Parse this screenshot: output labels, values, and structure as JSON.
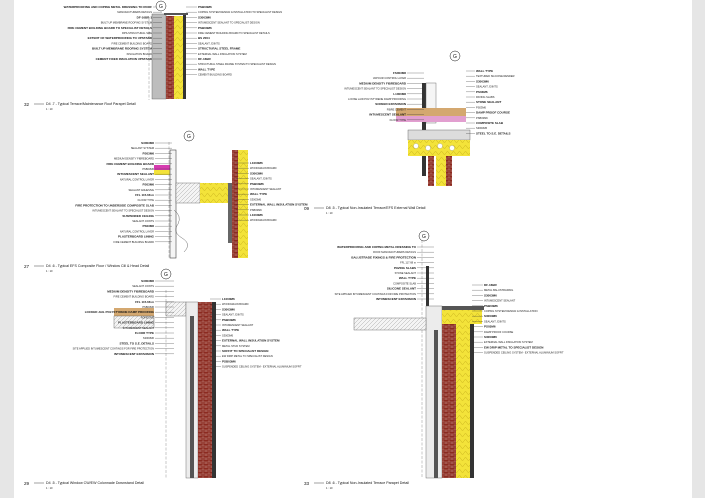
{
  "grid_bubble": "G",
  "details": [
    {
      "number": "32",
      "title": "D4 .7 - Typical Terrace/Maintenance Roof Parapet Detail",
      "scale": "1 : 10",
      "labels_left": [
        "WATERPROOFING AND COPING METAL DRESSING TO ROOF",
        "MANUFACTURERS DETAILS",
        "DF-16BR-1",
        "BUILT UP MEMBRANE ROOFING SYSTEM",
        "FIRE CEMENT BUILDING BOARD TO SPECIALIST DETAILS",
        "RPS-STRUCTURAL SIZE",
        "EXTENT OF WATERPROOFING TO UPSTAND",
        "FIRE CEMENT BUILDING BOARD",
        "BUILT UP MEMBRANE ROOFING SYSTEM",
        "INSULATION BOARD",
        "CEMENT FIXED INSULATION UPSTAND"
      ],
      "labels_right": [
        "PSB03M6",
        "COPING SYSTEM DESIGN & INSTALLATION TO SPECIALIST DESIGN",
        "S3003M6",
        "INTUMESCENT SEALANT TO SPECIALIST DESIGN",
        "PSB03M6",
        "FIRE CEMENT BUILDING BOARD TO SPECIALIST DETAILS",
        "BS 2004",
        "SEALANT JOINTS",
        "STRUCTURAL STEEL FRAME",
        "EXTERNAL WALL INSULATION SYSTEM",
        "DF-16BR",
        "STRUCTURAL STEEL FRAME SYSTEM TO SPECIALIST DESIGN",
        "WALL TYPE",
        "CEMENT BUILDING BOARD"
      ]
    },
    {
      "number": "27",
      "title": "D4 .6 - Typical EFS Composite Floor / Window Cill & Head Detail",
      "scale": "1 : 10",
      "labels_left": [
        "S3003M6",
        "SEALANT SYSTEM",
        "PS03M6",
        "MEDIUM DENSITY FIBREBOARD",
        "FIRE CEMENT BUILDING BOARD",
        "PSB03M6",
        "INTUMESCENT SEALANT",
        "NATURAL CONTROL LAYER",
        "PS03M6",
        "SEALANT ADHESIVE",
        "FFL 115.68 m",
        "FLOOR TYPE",
        "FIRE PROTECTION TO UNDERSIDE COMPOSITE SLAB",
        "INTUMESCENT SEALANT TO SPECIALIST DESIGN",
        "SUSPENDED CEILING",
        "SEALANT JOINTS",
        "PS03M6",
        "NATURAL CONTROL LAYER",
        "PLASTERBOARD LINING",
        "FIRE CEMENT BUILDING BOARD"
      ],
      "labels_right": [
        "L1000M6",
        "WOODGRAIN BOARD",
        "S3003M6",
        "SEALANT JOINTS",
        "PSB03M6",
        "INTUMESCENT SEALANT",
        "WALL TYPE",
        "S3003M6",
        "EXTERNAL WALL INSULATION SYSTEM",
        "PSB03M6",
        "L1000M6",
        "WOODGRAIN BOARD"
      ]
    },
    {
      "number": "29",
      "title": "D4 .5 - Typical Window CW/EW Colonnade Downstand Detail",
      "scale": "1 : 10",
      "labels_left": [
        "S3003M6",
        "SEALANT JOINTS",
        "MEDIUM DENSITY FIBREBOARD",
        "FIRE CEMENT BUILDING BOARD",
        "FFL 115.68 m",
        "PSB03M6",
        "LOCKED JAIL POLYSTYRENE DAMP PROOFING",
        "ADHESIVE",
        "PLASTERBOARD LINING",
        "INTUMESCENT SEALANT",
        "FLOOR TYPE",
        "S3003M6",
        "STEEL TO S.E. DETAILS",
        "SITE APPLIED INTUMESCENT COATINGS FOR FIRE PROTECTION",
        "INTUMESCENT EXPANSION"
      ],
      "labels_right": [
        "L1000M6",
        "WOODGRAIN BOARD",
        "S3003M6",
        "SEALANT JOINTS",
        "PSB03M6",
        "INTUMESCENT SEALANT",
        "WALL TYPE",
        "S3003M6",
        "EXTERNAL WALL INSULATION SYSTEM",
        "METAL STUD SYSTEM",
        "SOFFIT TO SPECIALIST DESIGN",
        "EW DRIP METAL TO SPECIALIST DESIGN",
        "PSB03M6",
        "SUSPENDED CEILING SYSTEM - EXTERNAL ALUMINIUM SOFFIT"
      ]
    },
    {
      "number": "09",
      "title": "D8 .5 - Typical Non-Insulated Terrace/EFS External Wall Detail",
      "scale": "1 : 10",
      "labels_left": [
        "FS003M6",
        "VAPOUR CONTROL LAYER",
        "MEDIUM DENSITY FIBREBOARD",
        "INTUMESCENT SEALANT TO SPECIALIST DESIGN",
        "L1000M6",
        "LOOSE LAID POLYSTYRENE DAMP PROOFING",
        "SCREED EXPANSION",
        "FIBRE CEMENT",
        "INTUMESCENT SEALANT",
        "FLOOR TYPE"
      ],
      "labels_right": [
        "WALL TYPE",
        "TEXTURED SILICONE RENDER",
        "S3003M6",
        "SEALANT JOINTS",
        "PS03M6",
        "PAVING SLABS",
        "STONE SEALANT",
        "PS03M6",
        "DAMP PROOF COURSE",
        "PSB03M6",
        "COMPOSITE SLAB",
        "S3003M6",
        "STEEL TO S.E. DETAILS"
      ]
    },
    {
      "number": "33",
      "title": "D8 .6 - Typical Non-Insulated Terrace Parapet Detail",
      "scale": "1 : 10",
      "labels_left": [
        "WATERPROOFING AND COPING METAL DRESSING TO",
        "ROOF MANUFACTURERS DETAILS",
        "BALUSTRADE FIXINGS & FIRE PROTECTION",
        "FFL 117.68 m",
        "PAVING SLABS",
        "STONE SEALANT",
        "WALL TYPE",
        "COMPOSITE SLAB",
        "SILICONE SEALANT",
        "SITE APPLIED INTUMESCENT COATINGS FOR FIRE PROTECTION",
        "INTUMESCENT EXPANSION"
      ],
      "labels_right": [
        "DF-16BR",
        "METAL BALUSTRADING",
        "S3003M6",
        "INTUMESCENT SEALANT",
        "PSB03M6",
        "COPING SYSTEM DESIGN & INSTALLATION",
        "S3003M6",
        "SEALANT JOINTS",
        "PS03M6",
        "DAMP PROOF COURSE",
        "S3003M6",
        "EXTERNAL WALL INSULATION SYSTEM",
        "EW DRIP METAL TO SPECIALIST DESIGN",
        "SUSPENDED CEILING SYSTEM - EXTERNAL ALUMINIUM SOFFIT"
      ]
    }
  ],
  "colors": {
    "brick": "#8b2a20",
    "insulation": "#f3e33a",
    "membrane": "#d63cb0",
    "timber": "#d4a870",
    "hatch": "#9a9a9a"
  }
}
